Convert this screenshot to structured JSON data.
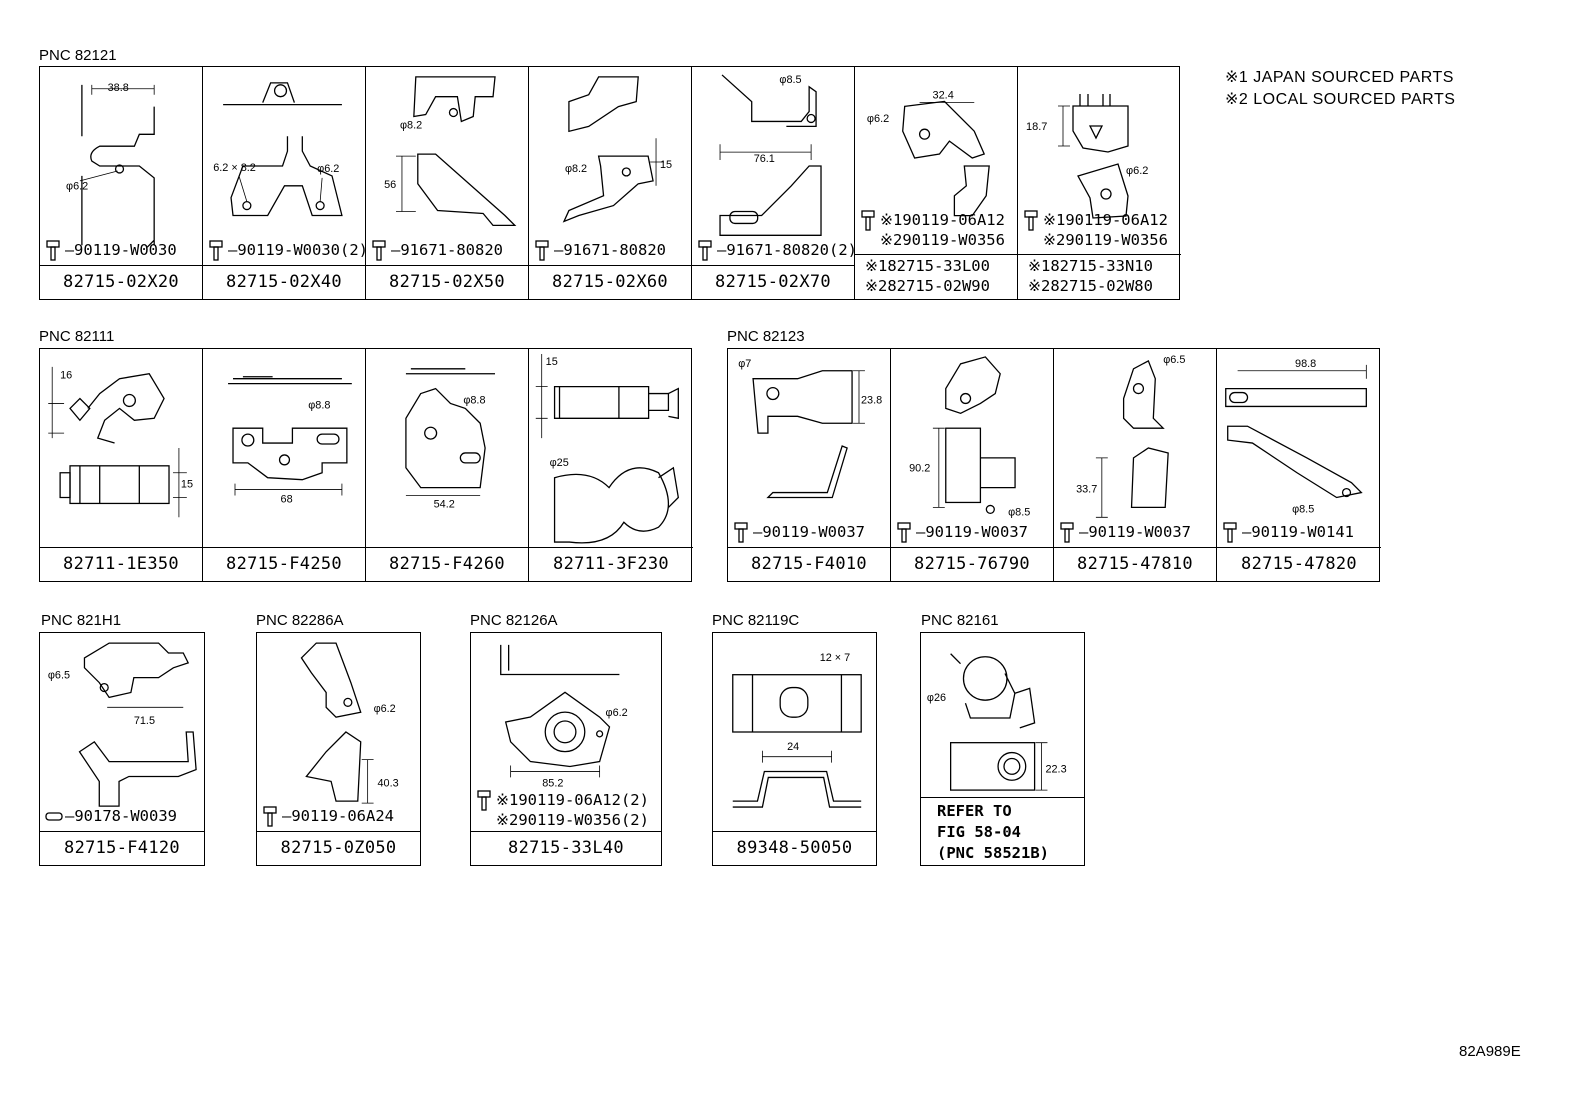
{
  "legend": [
    "※1 JAPAN SOURCED PARTS",
    "※2 LOCAL SOURCED PARTS"
  ],
  "figure_id": "82A989E",
  "groups": {
    "g1": {
      "pnc": "PNC 82121",
      "cells": [
        {
          "part": "82715-02X20",
          "fasteners": [
            "90119-W0030"
          ],
          "dims": [
            "38.8",
            "φ6.2"
          ]
        },
        {
          "part": "82715-02X40",
          "fasteners": [
            "90119-W0030(2)"
          ],
          "dims": [
            "6.2 × 8.2",
            "φ6.2"
          ]
        },
        {
          "part": "82715-02X50",
          "fasteners": [
            "91671-80820"
          ],
          "dims": [
            "φ8.2",
            "56"
          ]
        },
        {
          "part": "82715-02X60",
          "fasteners": [
            "91671-80820"
          ],
          "dims": [
            "φ8.2",
            "15"
          ]
        },
        {
          "part": "82715-02X70",
          "fasteners": [
            "91671-80820(2)"
          ],
          "dims": [
            "φ8.5",
            "76.1"
          ]
        },
        {
          "part": "",
          "fasteners": [
            "※190119-06A12",
            "※290119-W0356"
          ],
          "notes": [
            "※182715-33L00",
            "※282715-02W90"
          ],
          "dims": [
            "φ6.2",
            "32.4"
          ]
        },
        {
          "part": "",
          "fasteners": [
            "※190119-06A12",
            "※290119-W0356"
          ],
          "notes": [
            "※182715-33N10",
            "※282715-02W80"
          ],
          "dims": [
            "18.7",
            "φ6.2"
          ]
        }
      ]
    },
    "g2": {
      "pnc": "PNC 82111",
      "cells": [
        {
          "part": "82711-1E350",
          "dims": [
            "16",
            "15"
          ]
        },
        {
          "part": "82715-F4250",
          "dims": [
            "φ8.8",
            "68"
          ]
        },
        {
          "part": "82715-F4260",
          "dims": [
            "φ8.8",
            "54.2"
          ]
        },
        {
          "part": "82711-3F230",
          "dims": [
            "15",
            "φ25"
          ]
        }
      ]
    },
    "g3": {
      "pnc": "PNC 82123",
      "cells": [
        {
          "part": "82715-F4010",
          "fasteners": [
            "90119-W0037"
          ],
          "dims": [
            "φ7",
            "23.8"
          ]
        },
        {
          "part": "82715-76790",
          "fasteners": [
            "90119-W0037"
          ],
          "dims": [
            "90.2",
            "φ8.5"
          ]
        },
        {
          "part": "82715-47810",
          "fasteners": [
            "90119-W0037"
          ],
          "dims": [
            "φ6.5",
            "33.7"
          ]
        },
        {
          "part": "82715-47820",
          "fasteners": [
            "90119-W0141"
          ],
          "dims": [
            "98.8",
            "φ8.5"
          ]
        }
      ]
    },
    "g4": {
      "pnc": "PNC 821H1",
      "part": "82715-F4120",
      "fasteners": [
        "90178-W0039"
      ],
      "dims": [
        "φ6.5",
        "71.5"
      ]
    },
    "g5": {
      "pnc": "PNC 82286A",
      "part": "82715-0Z050",
      "fasteners": [
        "90119-06A24"
      ],
      "dims": [
        "φ6.2",
        "40.3"
      ]
    },
    "g6": {
      "pnc": "PNC 82126A",
      "part": "82715-33L40",
      "fasteners": [
        "※190119-06A12(2)",
        "※290119-W0356(2)"
      ],
      "dims": [
        "φ6.2",
        "85.2"
      ]
    },
    "g7": {
      "pnc": "PNC 82119C",
      "part": "89348-50050",
      "dims": [
        "12 × 7",
        "24"
      ]
    },
    "g8": {
      "pnc": "PNC 82161",
      "refer": [
        "REFER TO",
        "FIG 58-04",
        "(PNC 58521B)"
      ],
      "dims": [
        "φ26",
        "22.3"
      ]
    }
  },
  "icons": {
    "bolt": "hex-flange-bolt-icon",
    "clip": "pin-clip-icon"
  }
}
